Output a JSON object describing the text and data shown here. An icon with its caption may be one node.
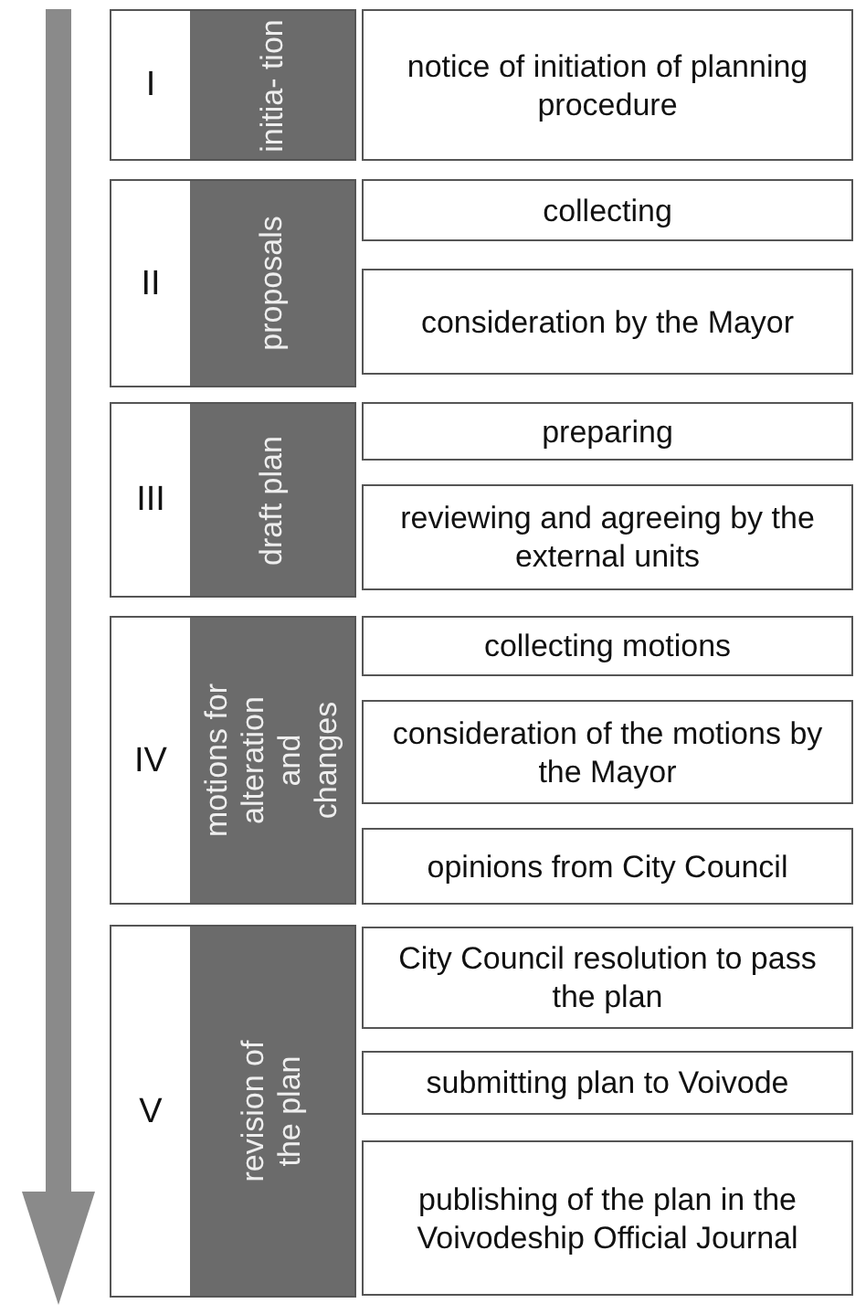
{
  "diagram": {
    "nodes": [
      {
        "text": [
          "I"
        ]
      },
      {
        "text": [
          "initia- tion"
        ],
        "in": 0
      },
      {
        "text": [
          "notice of initiation of planning procedure"
        ]
      },
      {
        "text": [
          "II"
        ]
      },
      {
        "text": [
          "proposals"
        ],
        "in": 3
      },
      {
        "text": [
          "collecting"
        ]
      },
      {
        "text": [
          "consideration by the Mayor"
        ]
      },
      {
        "text": [
          "III"
        ]
      },
      {
        "text": [
          "draft plan"
        ],
        "in": 7
      },
      {
        "text": [
          "preparing"
        ]
      },
      {
        "text": [
          "reviewing and agreeing by the external units"
        ]
      },
      {
        "text": [
          "IV"
        ]
      },
      {
        "text": [
          "motions for alteration and changes"
        ],
        "in": 11
      },
      {
        "text": [
          "collecting motions"
        ]
      },
      {
        "text": [
          "consideration of the motions by the Mayor"
        ]
      },
      {
        "text": [
          "opinions from City Council"
        ]
      },
      {
        "text": [
          "V"
        ]
      },
      {
        "text": [
          "revision of the plan"
        ],
        "in": 16
      },
      {
        "text": [
          "City Council resolution to pass the plan"
        ]
      },
      {
        "text": [
          "submitting plan to Voivode"
        ]
      },
      {
        "text": [
          "publishing of the plan in the Voivodeship Official Journal"
        ]
      }
    ],
    "edges": []
  }
}
